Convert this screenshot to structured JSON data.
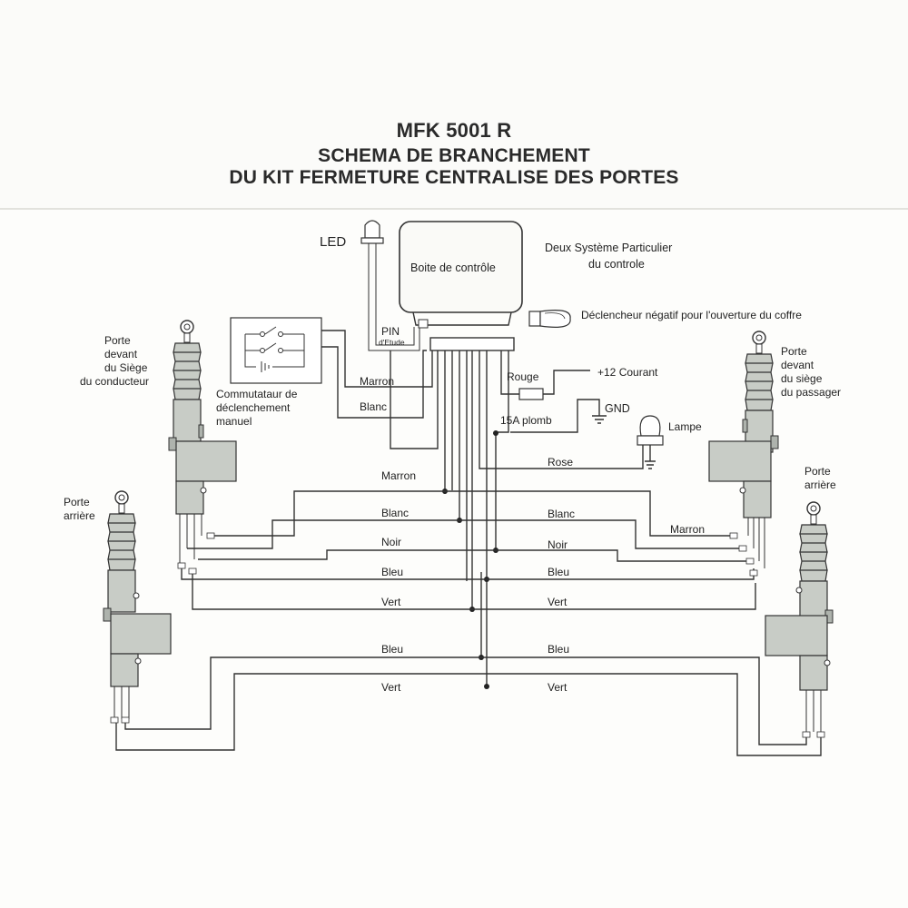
{
  "title": {
    "line1": "MFK 5001 R",
    "line2": "SCHEMA DE BRANCHEMENT",
    "line3": "DU KIT FERMETURE CENTRALISE DES PORTES"
  },
  "labels": {
    "led": "LED",
    "control_box": "Boite de contrôle",
    "system_line1": "Deux Système Particulier",
    "system_line2": "du controle",
    "trunk_trigger": "Déclencheur négatif pour l'ouverture du coffre",
    "pin": "PIN",
    "pin_sub": "d'Etude",
    "switch_line1": "Commutataur de",
    "switch_line2": "déclenchement",
    "switch_line3": "manuel",
    "driver_line1": "Porte",
    "driver_line2": "devant",
    "driver_line3": "du Siège",
    "driver_line4": "du conducteur",
    "passenger_line1": "Porte",
    "passenger_line2": "devant",
    "passenger_line3": "du siège",
    "passenger_line4": "du passager",
    "rear_left_line1": "Porte",
    "rear_left_line2": "arrière",
    "rear_right_line1": "Porte",
    "rear_right_line2": "arrière",
    "power": "+12  Courant",
    "fuse": "15A plomb",
    "gnd": "GND",
    "lamp": "Lampe"
  },
  "wires": {
    "marron_top": "Marron",
    "blanc_top": "Blanc",
    "rouge": "Rouge",
    "rose": "Rose",
    "marron_left": "Marron",
    "marron_right": "Marron",
    "blanc_left": "Blanc",
    "blanc_right": "Blanc",
    "noir_left": "Noir",
    "noir_right": "Noir",
    "bleu_left": "Bleu",
    "bleu_right": "Bleu",
    "vert_left": "Vert",
    "vert_right": "Vert",
    "bleu_low_left": "Bleu",
    "bleu_low_right": "Bleu",
    "vert_low_left": "Vert",
    "vert_low_right": "Vert"
  }
}
